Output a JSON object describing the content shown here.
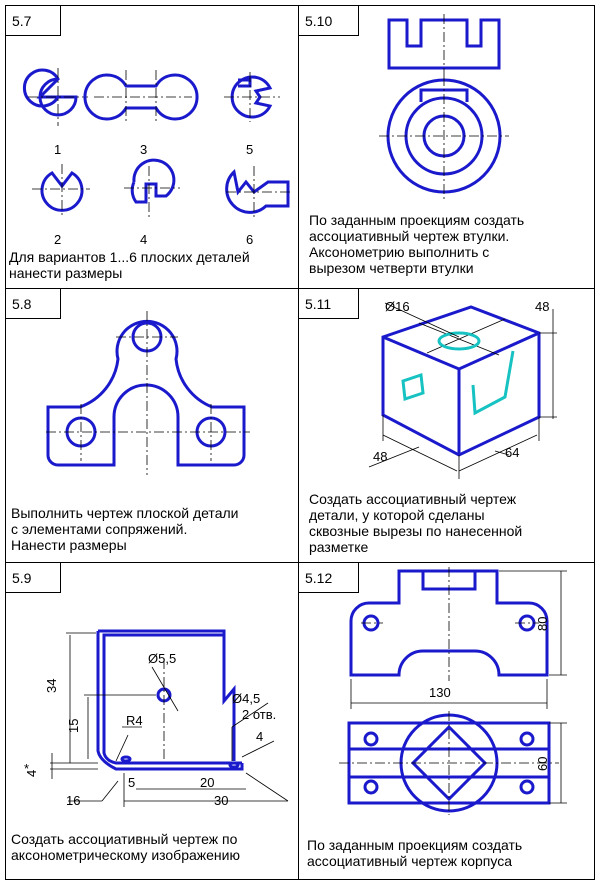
{
  "cells": [
    {
      "id": "5.7",
      "description": "Для вариантов 1...6 плоских деталей\nнанести размеры",
      "variant_labels": [
        "1",
        "3",
        "5",
        "2",
        "4",
        "6"
      ]
    },
    {
      "id": "5.10",
      "description": "По заданным проекциям создать\nассоциативный чертеж втулки.\nАксонометрию выполнить с\nвырезом четверти втулки"
    },
    {
      "id": "5.8",
      "description": "Выполнить чертеж плоской детали\nс элементами сопряжений.\nНанести размеры"
    },
    {
      "id": "5.11",
      "description": "Создать ассоциативный чертеж\nдетали,  у которой сделаны\nсквозные вырезы по нанесенной\nразметке",
      "dimensions": [
        "Ø16",
        "48",
        "48",
        "64"
      ]
    },
    {
      "id": "5.9",
      "description": "Создать ассоциативный чертеж по\nаксонометрическому изображению",
      "dimensions": [
        "Ø5,5",
        "34",
        "15",
        "R4",
        "Ø4,5",
        "2 отв.",
        "4",
        "4",
        "*",
        "20",
        "5",
        "30",
        "16"
      ]
    },
    {
      "id": "5.12",
      "description": "По заданным проекциям создать\nассоциативный чертеж корпуса",
      "dimensions": [
        "80",
        "130",
        "60"
      ]
    }
  ],
  "colors": {
    "line": "#1a1acc",
    "accent": "#17c2c2",
    "grid": "#000000"
  }
}
